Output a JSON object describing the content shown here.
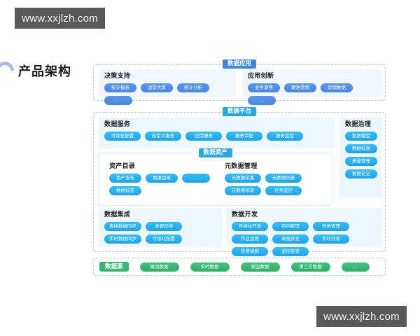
{
  "watermarks": {
    "top": "www.xxjlzh.com",
    "bottom": "www.xxjlzh.com"
  },
  "page_title": "产品架构",
  "colors": {
    "app_pill": "#4a85e0",
    "platform_pill": "#22a2e8",
    "source_pill": "#33ac68",
    "zone_border": "#b9c6d6",
    "panel_bg": "#f2f6fd"
  },
  "layers": {
    "application": {
      "label": "数据应用",
      "groups": [
        {
          "title": "决策支持",
          "items": [
            "统计报表",
            "运营大屏",
            "统计分析",
            "..."
          ]
        },
        {
          "title": "应用创新",
          "items": [
            "业务洞察",
            "精准营销",
            "营销数据",
            "..."
          ]
        }
      ]
    },
    "platform": {
      "label": "数据平台",
      "service": {
        "title": "数据服务",
        "items": [
          "可视化配置",
          "自定义服务",
          "应用服务",
          "服务审批",
          "服务监控"
        ]
      },
      "governance": {
        "title": "数据治理",
        "items": [
          "数据模型",
          "数据标准",
          "质量管理",
          "数据安全"
        ]
      },
      "asset": {
        "label": "数据资产",
        "catalog": {
          "title": "资产目录",
          "items": [
            "资产发布",
            "数据目录",
            "...",
            "数据标签"
          ]
        },
        "metadata": {
          "title": "元数据管理",
          "items": [
            "元数据采集",
            "元数据列表",
            "元数据修改",
            "任务监控"
          ]
        }
      },
      "integration": {
        "title": "数据集成",
        "items": [
          "离线数据同步",
          "多源异构",
          "实时数据同步",
          "可视化配置"
        ]
      },
      "development": {
        "title": "数据开发",
        "items": [
          "可视化开发",
          "实例管理",
          "任务管理",
          "作业运维",
          "离线开发",
          "实时开发",
          "告警规则",
          "监控告警"
        ]
      }
    },
    "source": {
      "label": "数据源",
      "items": [
        "离线数据",
        "实时数据",
        "爬虫数据",
        "第三方数据",
        "..."
      ]
    }
  }
}
